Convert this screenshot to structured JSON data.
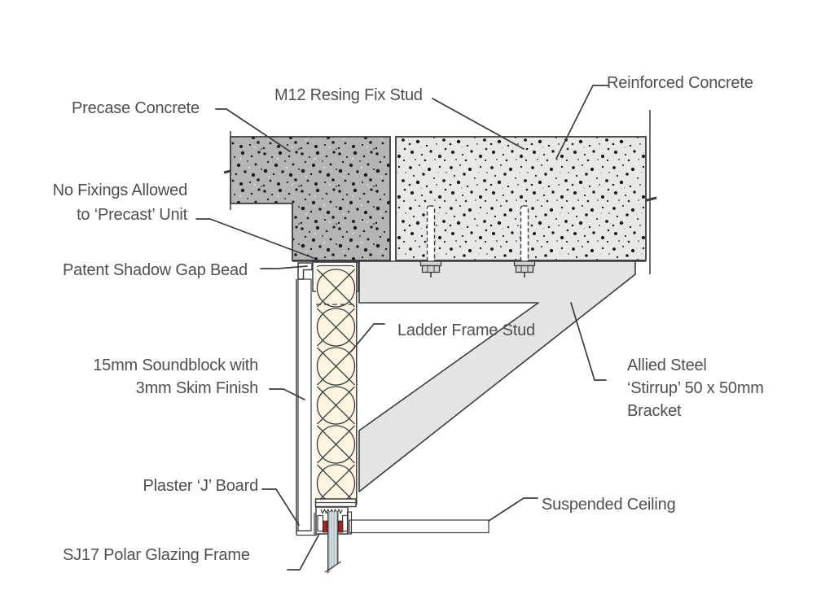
{
  "labels": {
    "precase_concrete": "Precase Concrete",
    "m12_resing_fix_stud": "M12 Resing Fix Stud",
    "reinforced_concrete": "Reinforced Concrete",
    "no_fixings_line1": "No Fixings Allowed",
    "no_fixings_line2": "to ‘Precast’ Unit",
    "patent_shadow_gap_bead": "Patent Shadow Gap Bead",
    "ladder_frame_stud": "Ladder Frame Stud",
    "soundblock_line1": "15mm Soundblock with",
    "soundblock_line2": "3mm Skim Finish",
    "plaster_j_board": "Plaster ‘J’ Board",
    "sj17_polar_glazing_frame": "SJ17 Polar Glazing Frame",
    "allied_steel_line1": "Allied Steel",
    "allied_steel_line2": "‘Stirrup’ 50 x 50mm",
    "allied_steel_line3": "Bracket",
    "suspended_ceiling": "Suspended Ceiling"
  },
  "colors": {
    "bg": "#ffffff",
    "text": "#4f4f4f",
    "line": "#3c3c3c",
    "precast-fill": "#b5b5b5",
    "rc-fill": "#e9e8e5",
    "speck": "#1c1c1c",
    "bracket-fill": "#e4e4e4",
    "insulation-bg": "#faf4e1",
    "board-fill": "#f5f0dc",
    "ceiling-fill": "#eae2c8",
    "ceiling-dot": "#6f6954",
    "glass-fill": "#e7ecee",
    "glass-line": "#aebcc3",
    "gasket-red": "#a32023",
    "metal-fill": "#d2d2d2"
  }
}
